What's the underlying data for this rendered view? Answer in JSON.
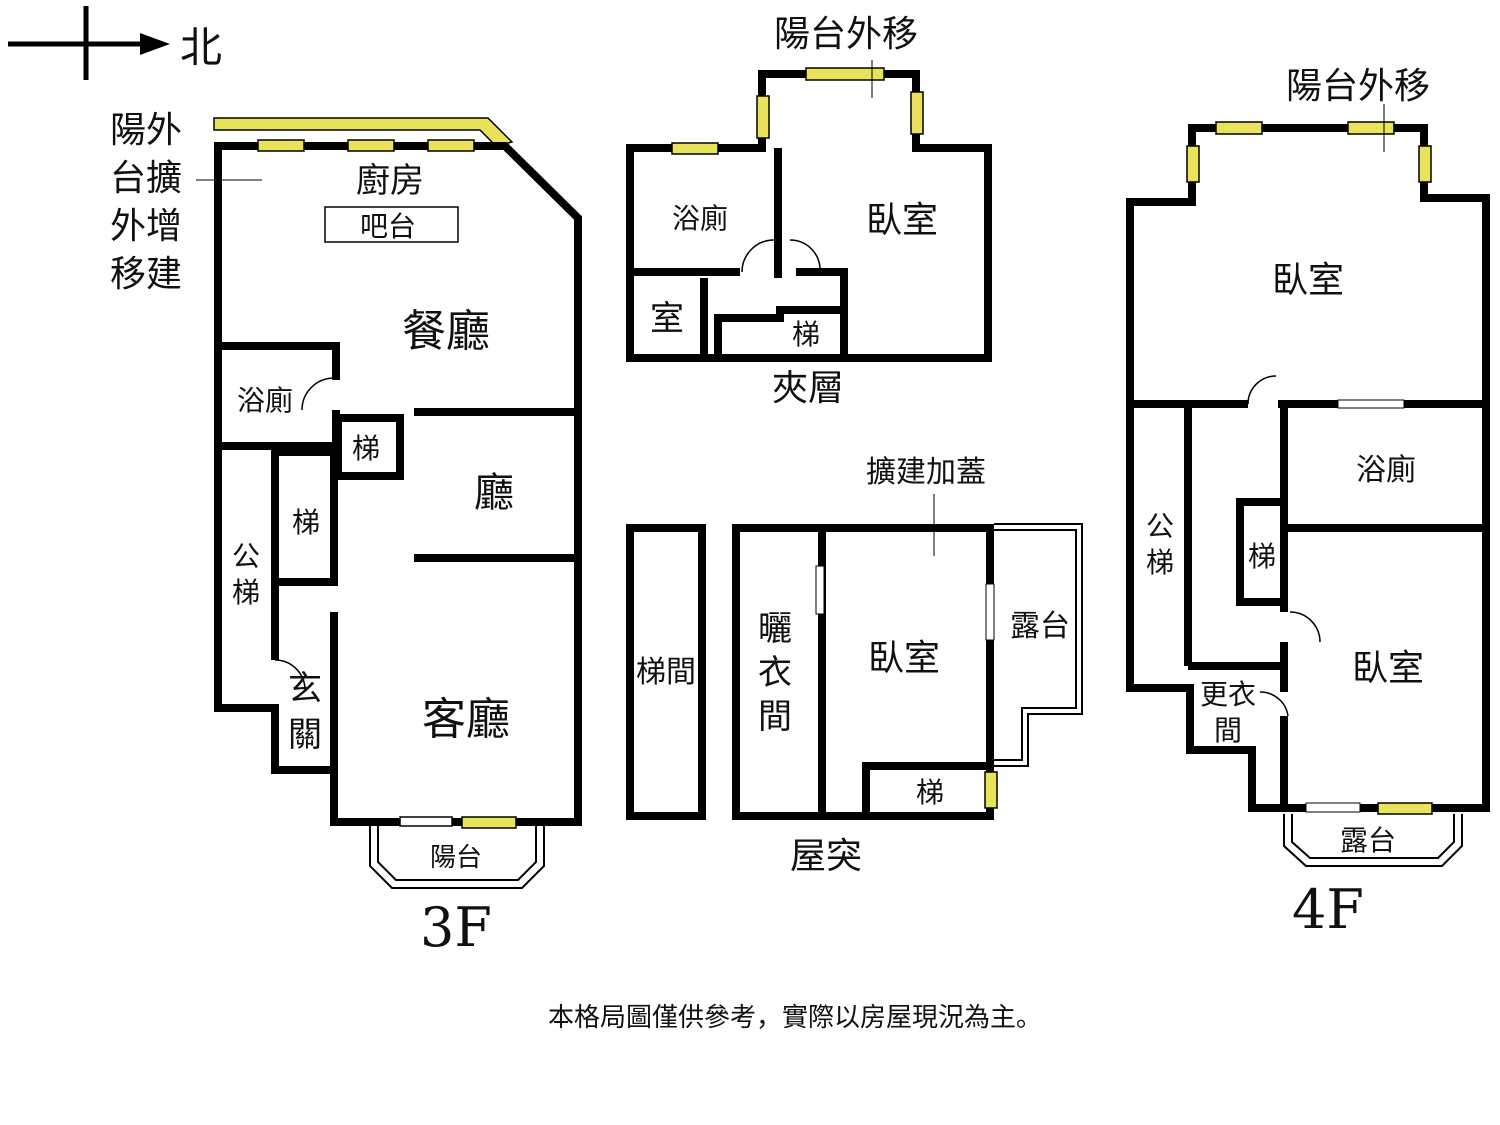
{
  "compass": {
    "north": "北"
  },
  "floor_3f": {
    "title": "3F",
    "balcony_note": [
      "陽外",
      "台擴",
      "外增",
      "移建"
    ],
    "kitchen": "廚房",
    "bar": "吧台",
    "dining": "餐廳",
    "bath": "浴廁",
    "stair": "梯",
    "hall": "廳",
    "stair_small": "梯",
    "public_stair": [
      "公",
      "梯"
    ],
    "entrance": [
      "玄",
      "關"
    ],
    "living": "客廳",
    "balcony": "陽台"
  },
  "mezzanine": {
    "title": "夾層",
    "balcony_moved": "陽台外移",
    "bath": "浴廁",
    "bedroom": "臥室",
    "room": "室",
    "stair": "梯"
  },
  "rooftop": {
    "title": "屋突",
    "extension": "擴建加蓋",
    "stairwell": "梯間",
    "closet": [
      "曬",
      "衣",
      "間"
    ],
    "bedroom": "臥室",
    "terrace": "露台",
    "stair": "梯"
  },
  "floor_4f": {
    "title": "4F",
    "balcony_moved": "陽台外移",
    "bedroom_top": "臥室",
    "public_stair": [
      "公",
      "梯"
    ],
    "bath": "浴廁",
    "stair": "梯",
    "bedroom": "臥室",
    "dressing": [
      "更衣",
      "間"
    ],
    "terrace": "露台"
  },
  "disclaimer": "本格局圖僅供參考，實際以房屋現況為主。",
  "colors": {
    "wall": "#000000",
    "window": "#e8e35a",
    "background": "#ffffff"
  }
}
